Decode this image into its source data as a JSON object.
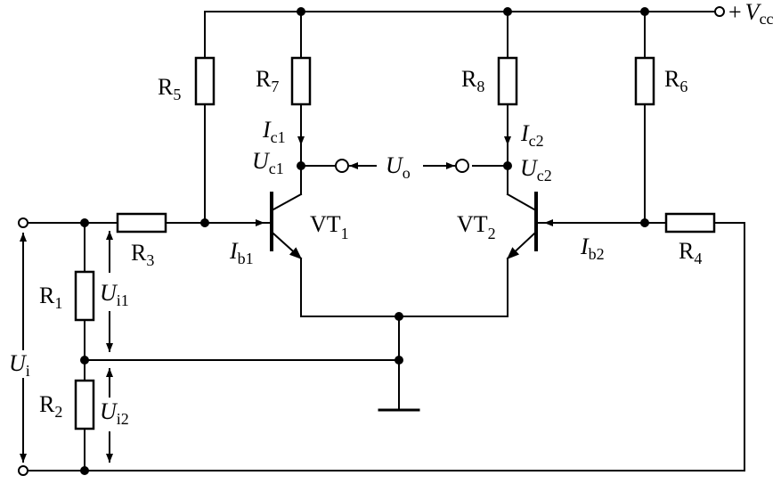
{
  "labels": {
    "vcc_sign": "+",
    "vcc_main": "V",
    "vcc_sub": "cc",
    "r1": "R",
    "r1_sub": "1",
    "r2": "R",
    "r2_sub": "2",
    "r3": "R",
    "r3_sub": "3",
    "r4": "R",
    "r4_sub": "4",
    "r5": "R",
    "r5_sub": "5",
    "r6": "R",
    "r6_sub": "6",
    "r7": "R",
    "r7_sub": "7",
    "r8": "R",
    "r8_sub": "8",
    "ic1": "I",
    "ic1_sub": "c1",
    "ic2": "I",
    "ic2_sub": "c2",
    "uc1": "U",
    "uc1_sub": "c1",
    "uc2": "U",
    "uc2_sub": "c2",
    "uo": "U",
    "uo_sub": "o",
    "vt1": "VT",
    "vt1_sub": "1",
    "vt2": "VT",
    "vt2_sub": "2",
    "ib1": "I",
    "ib1_sub": "b1",
    "ib2": "I",
    "ib2_sub": "b2",
    "ui": "U",
    "ui_sub": "i",
    "ui1": "U",
    "ui1_sub": "i1",
    "ui2": "U",
    "ui2_sub": "i2"
  }
}
